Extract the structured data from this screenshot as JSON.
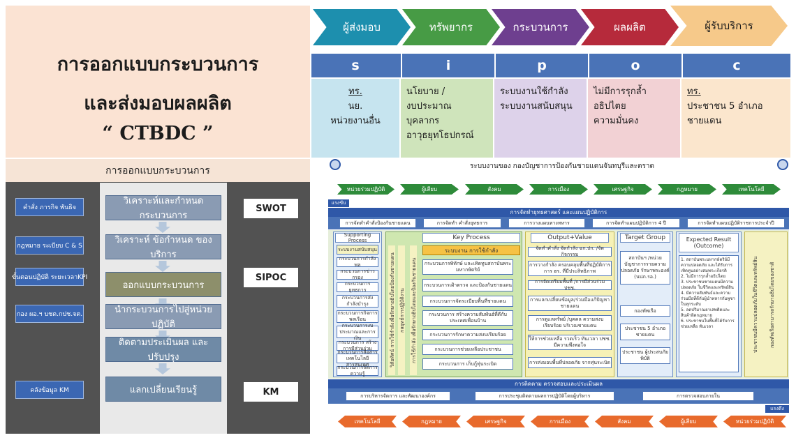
{
  "title": {
    "line1": "การออกแบบกระบวนการ",
    "line2": "และส่งมอบผลผลิต",
    "line3": "“ CTBDC ”"
  },
  "sipoc": {
    "headers": [
      "ผู้ส่งมอบ",
      "ทรัพยากร",
      "กระบวนการ",
      "ผลผลิต",
      "ผู้รับบริการ"
    ],
    "letters": [
      "s",
      "i",
      "p",
      "o",
      "c"
    ],
    "colors": [
      "#1d8fae",
      "#479b45",
      "#6e3f8f",
      "#b62a3b",
      "#f6c98a"
    ],
    "cells": [
      [
        "ทร.",
        "นย.",
        "หน่วยงานอื่น"
      ],
      [
        "นโยบาย /",
        "งบประมาณ",
        "บุคลากร",
        "อาวุธยุทโธปกรณ์"
      ],
      [
        "ระบบงานใช้กำลัง",
        "ระบบงานสนับสนุน"
      ],
      [
        "ไม่มีการรุกล้ำ",
        "อธิปไตย",
        "ความมั่นคง"
      ],
      [
        "ทร.",
        "ประชาชน 5 อำเภอ",
        "ชายแดน"
      ]
    ]
  },
  "left": {
    "header": "การออกแบบกระบวนการ",
    "steps": [
      "วิเคราะห์และกำหนด กระบวนการ",
      "วิเคราะห์ ข้อกำหนด ของบริการ",
      "ออกแบบกระบวนการ",
      "นำกระบวนการไปสู่หน่วยปฏิบัติ",
      "ติดตามประเมินผล และ ปรับปรุง",
      "แลกเปลี่ยนเรียนรู้"
    ],
    "inputs": [
      "คำสั่ง ภารกิจ พันธิจ",
      "กฎหมาย ระเบียบ C & S",
      "ขั้นตอนปฏิบัติ ระยะเวลาKPI",
      "กอง ผอ.ฯ บชด.กปช.จต.",
      "คลังข้อมูล KM"
    ],
    "tools": [
      "SWOT",
      "SIPOC",
      "KM"
    ]
  },
  "right": {
    "header": "ระบบงานของ กองบัญชาการป้องกันชายแดนจันทบุรีและตราด",
    "top_arrows": [
      "หน่วยร่วมปฏิบัติ",
      "ผู้เสียบ",
      "สังคม",
      "การเมือง",
      "เศรษฐกิจ",
      "กฎหมาย",
      "เทคโนโลยี"
    ],
    "bottom_arrows": [
      "เทคโนโลยี",
      "กฎหมาย",
      "เศรษฐกิจ",
      "การเมือง",
      "สังคม",
      "ผู้เสียบ",
      "หน่วยร่วมปฏิบัติ"
    ],
    "strategy_bar": "การจัดทำยุทธศาสตร์ และแผนปฏิบัติการ",
    "strategy_tag": "แรงขับ",
    "plan_boxes": [
      "การจัดทำคำสั่งป้องกันชายแดน",
      "การจัดทำ คำสั่งยุทธการ",
      "การวางแผนทางทหาร",
      "การจัดทำแผนปฏิบัติการ 4 ปี",
      "การจัดทำแผนปฏิบัติราชการประจำปี"
    ],
    "col_heads": [
      "Supporting Process",
      "Key Process",
      "Output+Value",
      "Target Group",
      "Expected Result (Outcome)"
    ],
    "support": [
      "ระบบงานสนับสนุน",
      "กระบวนการกำลังพล",
      "กระบวนการข่าวกรอง",
      "กระบวนการยุทธการ",
      "กระบวนการส่งกำลังบำรุง",
      "กระบวนการกิจการพลเรือน",
      "กระบวนการงบประมาณและการเงิน",
      "กระบวนการ สร้างการมีส่วนร่วม",
      "กระบวนการสื่อสารเทคโนโลยีสารสนเทศ",
      "กระบวนการจัดการความรู้"
    ],
    "key_title": "ระบบงาน การใช้กำลัง",
    "key": [
      "กระบวนการพิทักษ์ และเทิดทูนสถาบันพระมหากษัตริย์",
      "กระบวนการเฝ้าตรวจ และป้องกันชายแดน",
      "กระบวนการจัดระเบียบพื้นที่ชายแดน",
      "กระบวนการ สร้างความสัมพันธ์ที่ดีกับประเทศเพื่อนบ้าน",
      "กระบวนการรักษาความสงบเรียบร้อย",
      "กระบวนการช่วยเหลือประชาชน",
      "กระบวนการ เก็บกู้ทุ่นระเบิด"
    ],
    "key_vert": [
      "วิสัยทัศน์ การใช้กำลังเพื่อรักษาอธิปไตยป้องกันชายแดน",
      "กลยุทธ์การปฏิบัติงาน",
      "การใช้กำลัง เพื่อรักษาอธิปไตยและป้องกันชายแดน"
    ],
    "outputs": [
      "จัดทำคำสั่ง จัดกำลัง ฉก.ปก. /จัดกิจกรรม",
      "การวางกำลัง ครอบคลุมพื้นที่ปฏิบัติการ การ ฮร. ที่มีประสิทธิภาพ",
      "การจัดเตรียมพื้นที่ /การมีส่วนร่วม ปชช.",
      "การแลกเปลี่ยนข้อมูล/ร่วมมือแก้ปัญหาชายแดน",
      "การดูแลทรัพย์ /บุคคล ความสงบเรียบร้อย บริเวณชายแดน",
      "ให้การช่วยเหลือ รวดเร็ว ทันเวลา ปชช. มีความพึงพอใจ",
      "การส่งมอบพื้นที่ปลอดภัย จากทุ่นระเบิด"
    ],
    "targets": [
      "สถาบันฯ /หน่วยบัญชาการรายความปลอดภัย รักษาพระองค์ (นปภ.รอ.)",
      "กองทัพเรือ",
      "ประชาชน 5 อำเภอชายแดน",
      "ประชาชน ผู้ประสบภัยพิบัติ"
    ],
    "expected": [
      "1. สถาบันพระมหากษัตริย์มีความปลอดภัย และได้รับการเทิดทูนอย่างสมพระเกียรติ",
      "2. ไม่มีการรุกล้ำอธิปไตย",
      "3. ประชาชนชายแดนมีความปลอดภัย ในชีวิตและทรัพย์สิน",
      "4. มีความสัมพันธ์และความร่วมมือที่ดีกับผู้นำทหารกัมพูชาในทุกระดับ",
      "5. ลดปริมาณยาเสพติดและสินค้าผิดกฎหมาย",
      "6. ประชาชนในพื้นที่ได้รับการช่วยเหลือ ทันเวลา"
    ],
    "far_vert": [
      "ประชาชนมีความปลอดภัยในชีวิตและทรัพย์สิน",
      "กองทัพเรือสามารถรักษาอธิปไตยของชาติ"
    ],
    "monitor_bar": "การติดตาม ตรวจสอบและประเมินผล",
    "monitor_boxes": [
      "การบริหารจัดการ และพัฒนาองค์กร",
      "การประชุมติดตามผลการปฏิบัติโดยผู้บริหาร",
      "การตรวจสอบภายใน"
    ],
    "monitor_tag": "แรงดึง"
  },
  "colors": {
    "title_bg": "#fbe3d3",
    "letter_bar": "#4a73b7",
    "dark_panel": "#525252",
    "step_bg": "#8a9bb3",
    "step_hi": "#6f8aa6",
    "step_design": "#8d8f6b",
    "blue_bar": "#2f58a8",
    "green_key": "#cfe7b0",
    "yellow_out": "#f6f1b6",
    "arrow_green": "#2e8b3a",
    "arrow_orange": "#e86a2c"
  }
}
